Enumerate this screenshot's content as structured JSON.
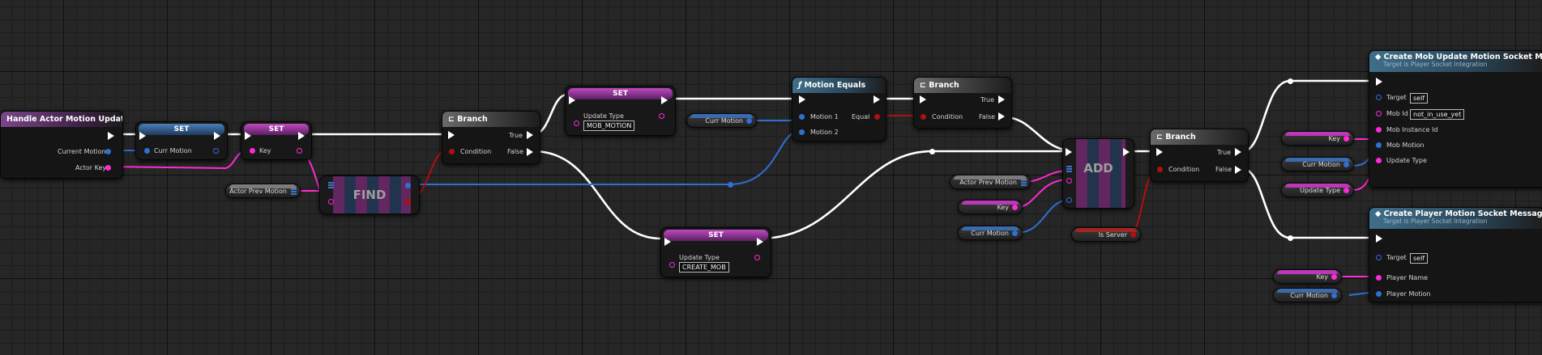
{
  "nodes": {
    "event": {
      "title": "Handle Actor Motion Update",
      "pins": [
        "Current Motion",
        "Actor Key"
      ]
    },
    "set1": {
      "title": "SET",
      "pin": "Curr Motion"
    },
    "set2": {
      "title": "SET",
      "pin": "Key"
    },
    "actor_prev_motion_1": {
      "label": "Actor Prev Motion"
    },
    "find": {
      "label": "FIND"
    },
    "branch1": {
      "title": "Branch",
      "condition": "Condition",
      "true": "True",
      "false": "False"
    },
    "set_mob": {
      "title": "SET",
      "pin": "Update Type",
      "value": "MOB_MOTION"
    },
    "set_create": {
      "title": "SET",
      "pin": "Update Type",
      "value": "CREATE_MOB"
    },
    "curr_motion_1": {
      "label": "Curr Motion"
    },
    "motion_equals": {
      "title": "Motion Equals",
      "pin1": "Motion 1",
      "pin2": "Motion 2",
      "out": "Equal"
    },
    "branch2": {
      "title": "Branch",
      "condition": "Condition",
      "true": "True",
      "false": "False"
    },
    "add": {
      "label": "ADD"
    },
    "actor_prev_motion_2": {
      "label": "Actor Prev Motion"
    },
    "key_1": {
      "label": "Key"
    },
    "curr_motion_2": {
      "label": "Curr Motion"
    },
    "is_server": {
      "label": "Is Server"
    },
    "branch3": {
      "title": "Branch",
      "condition": "Condition",
      "true": "True",
      "false": "False"
    },
    "key_2": {
      "label": "Key"
    },
    "curr_motion_3": {
      "label": "Curr Motion"
    },
    "update_type": {
      "label": "Update Type"
    },
    "create_mob": {
      "title": "Create Mob Update Motion Socket Message a",
      "subtitle": "Target is Player Socket Integration",
      "target": "Target",
      "target_value": "self",
      "mob_id": "Mob Id",
      "mob_id_value": "not_in_use_yet",
      "instance": "Mob Instance Id",
      "motion": "Mob Motion",
      "update": "Update Type"
    },
    "key_3": {
      "label": "Key"
    },
    "curr_motion_4": {
      "label": "Curr Motion"
    },
    "create_player": {
      "title": "Create Player Motion Socket Message and Se",
      "subtitle": "Target is Player Socket Integration",
      "target": "Target",
      "target_value": "self",
      "player_name": "Player Name",
      "player_motion": "Player Motion"
    }
  },
  "colors": {
    "exec": "#ffffff",
    "struct": "#2f6fd6",
    "string": "#ff2ad4",
    "bool": "#b01010",
    "background": "#262626"
  }
}
